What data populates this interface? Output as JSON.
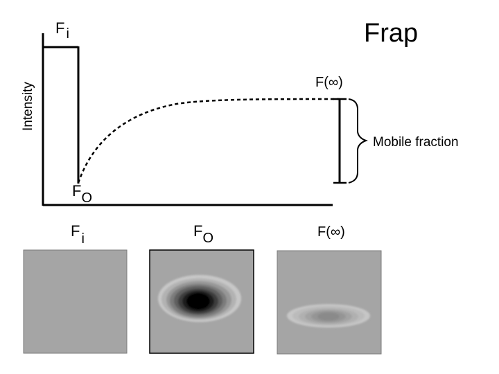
{
  "title": "Frap",
  "axis": {
    "ylabel": "Intensity"
  },
  "labels": {
    "fi_main": "F",
    "fi_sub": "i",
    "fo_main": "F",
    "fo_sub": "O",
    "f_inf": "F(∞)",
    "mobile_fraction": "Mobile fraction"
  },
  "panels": [
    {
      "main": "F",
      "sub": "i"
    },
    {
      "main": "F",
      "sub": "O"
    },
    {
      "label": "F(∞)"
    }
  ],
  "colors": {
    "panel_background": "#a5a5a5",
    "panel_border": "#7a7a7a",
    "line": "#000000"
  }
}
